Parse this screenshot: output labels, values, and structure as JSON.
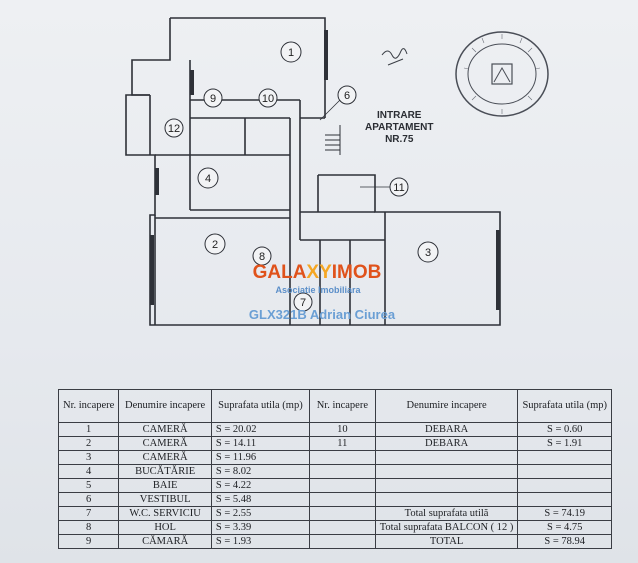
{
  "plan": {
    "entrance_line1": "INTRARE",
    "entrance_line2": "APARTAMENT",
    "entrance_line3": "NR.75",
    "room_numbers": [
      "1",
      "2",
      "3",
      "4",
      "6",
      "7",
      "8",
      "9",
      "10",
      "11",
      "12"
    ]
  },
  "watermark": {
    "brand_part1": "GALA",
    "brand_part2": "XY",
    "brand_part3": "IMOB",
    "subtitle": "Asociatie Imobiliara",
    "code": "GLX321B Adrian Ciurea"
  },
  "table": {
    "headers": {
      "nr": "Nr. incapere",
      "denumire": "Denumire incapere",
      "suprafata": "Suprafata utila (mp)",
      "nr2": "Nr. incapere",
      "denumire2": "Denumire incapere",
      "suprafata2": "Suprafata utila (mp)"
    },
    "rows": [
      {
        "nr": "1",
        "name": "CAMERĂ",
        "area": "S  = 20.02",
        "nr2": "10",
        "name2": "DEBARA",
        "area2": "S  =  0.60"
      },
      {
        "nr": "2",
        "name": "CAMERĂ",
        "area": "S  = 14.11",
        "nr2": "11",
        "name2": "DEBARA",
        "area2": "S  =  1.91"
      },
      {
        "nr": "3",
        "name": "CAMERĂ",
        "area": "S  = 11.96",
        "nr2": "",
        "name2": "",
        "area2": ""
      },
      {
        "nr": "4",
        "name": "BUCĂTĂRIE",
        "area": "S  =  8.02",
        "nr2": "",
        "name2": "",
        "area2": ""
      },
      {
        "nr": "5",
        "name": "BAIE",
        "area": "S  =  4.22",
        "nr2": "",
        "name2": "",
        "area2": ""
      },
      {
        "nr": "6",
        "name": "VESTIBUL",
        "area": "S  =  5.48",
        "nr2": "",
        "name2": "",
        "area2": ""
      },
      {
        "nr": "7",
        "name": "W.C. SERVICIU",
        "area": "S  =  2.55",
        "nr2": "",
        "name2": "Total suprafata utilă",
        "area2": "S  = 74.19"
      },
      {
        "nr": "8",
        "name": "HOL",
        "area": "S  =  3.39",
        "nr2": "",
        "name2": "Total suprafata BALCON ( 12 )",
        "area2": "S  =  4.75"
      },
      {
        "nr": "9",
        "name": "CĂMARĂ",
        "area": "S  =  1.93",
        "nr2": "",
        "name2": "TOTAL",
        "area2": "S  = 78.94"
      }
    ]
  }
}
